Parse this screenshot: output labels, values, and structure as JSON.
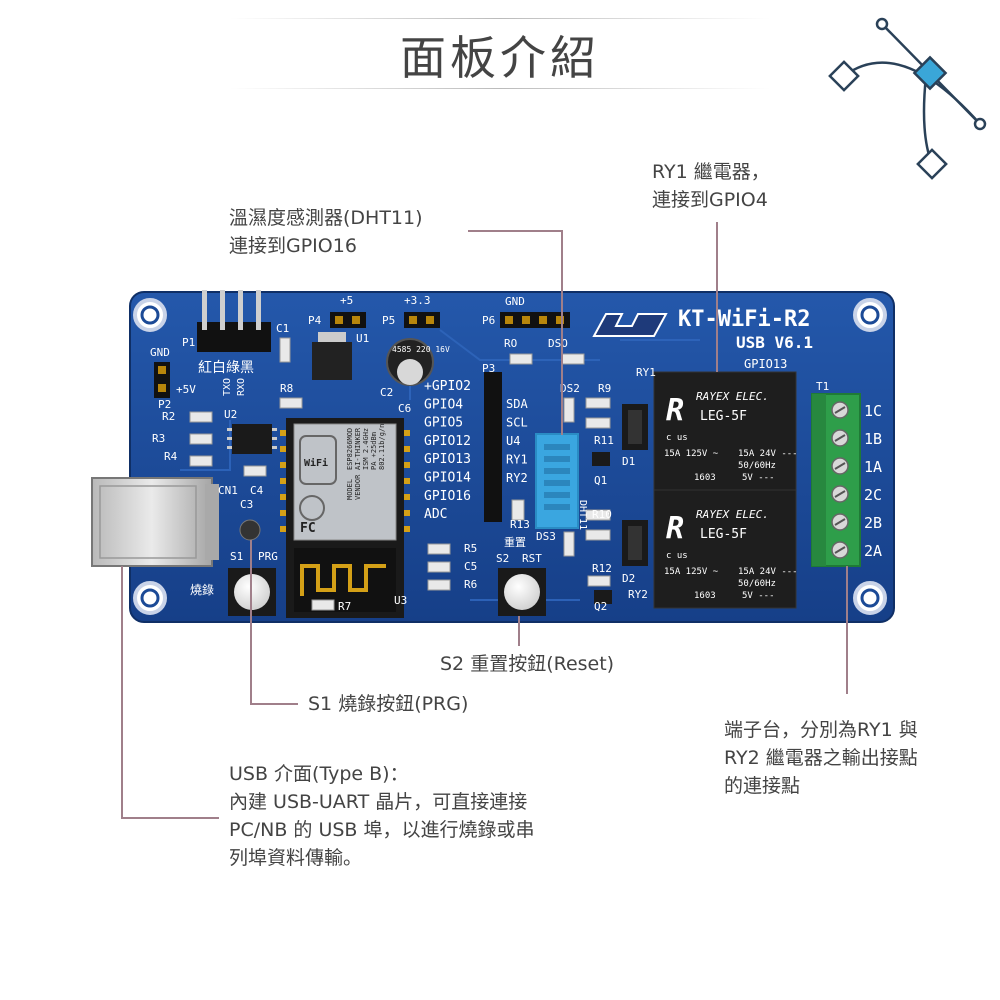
{
  "title": "面板介紹",
  "board": {
    "brand": "KT-WiFi-R2",
    "version": "USB V6.1",
    "headers": {
      "plus5": "+5",
      "plus33": "+3.3",
      "gnd_top": "GND",
      "p1": "P1",
      "p2": "P2",
      "p3": "P3",
      "p4": "P4",
      "p5": "P5",
      "p6": "P6",
      "gnd_left": "GND",
      "plus5v": "+5V",
      "wires": "紅白綠黑",
      "txd": "TXO",
      "rxd": "RXO",
      "ro": "RO",
      "dso": "DSO",
      "ry1": "RY1",
      "gpio13_top": "GPIO13",
      "gpio14_bottom": "GPIO14",
      "t1": "T1"
    },
    "gpio_labels": [
      "+GPIO2",
      "GPIO4",
      "GPIO5",
      "GPIO12",
      "GPIO13",
      "GPIO14",
      "GPIO16",
      "ADC"
    ],
    "bus_labels": [
      "SDA",
      "SCL",
      "U4",
      "RY1",
      "RY2"
    ],
    "components": {
      "r2": "R2",
      "r3": "R3",
      "r4": "R4",
      "r5": "R5",
      "r6": "R6",
      "r7": "R7",
      "r8": "R8",
      "r9": "R9",
      "r10": "R10",
      "r11": "R11",
      "r12": "R12",
      "r13": "R13",
      "c1": "C1",
      "c2": "C2",
      "c3": "C3",
      "c4": "C4",
      "c5": "C5",
      "c6": "C6",
      "u1": "U1",
      "u2": "U2",
      "u3": "U3",
      "cn1": "CN1",
      "d1": "D1",
      "d2": "D2",
      "q1": "Q1",
      "q2": "Q2",
      "ds2": "DS2",
      "ds3": "DS3",
      "dht11": "DHT11",
      "s1": "S1",
      "prg": "PRG",
      "s2": "S2",
      "rst": "RST",
      "burn": "燒錄",
      "reset_cn": "重置",
      "ry2": "RY2",
      "cap": "4585 220 16V"
    },
    "terminal_labels": [
      "1C",
      "1B",
      "1A",
      "2C",
      "2B",
      "2A"
    ],
    "relay": {
      "brand": "RAYEX ELEC.",
      "model": "LEG-5F",
      "rating1": "15A 125V ~",
      "rating2": "15A 24V ---",
      "freq": "50/60Hz",
      "coil": "5V ---",
      "code": "1603",
      "cert": "c  us"
    },
    "module": {
      "wifi": "WiFi",
      "chip": "ESP8266MOD",
      "vendor": "AI-THINKER",
      "ism": "ISM 2.4GHz",
      "pa": "PA +25dBm",
      "std": "802.11b/g/n",
      "model_label": "MODEL",
      "vendor_label": "VENDOR",
      "fc": "FC"
    }
  },
  "notes": {
    "ry1": "RY1 繼電器，\n連接到GPIO4",
    "dht": "溫濕度感測器(DHT11)\n連接到GPIO16",
    "s2": "S2 重置按鈕(Reset)",
    "s1": "S1 燒錄按鈕(PRG)",
    "usb": "USB 介面(Type B)：\n內建 USB-UART 晶片，可直接連接\nPC/NB 的 USB 埠，以進行燒錄或串\n列埠資料傳輸。",
    "terminal": "端子台，分別為RY1 與\nRY2 繼電器之輸出接點\n的連接點"
  },
  "colors": {
    "pcb": "#1c4a96",
    "pcb_dark": "#133a7d",
    "terminal": "#2e9e4a",
    "relay": "#1e1e1e",
    "dht": "#3aa6e0",
    "leader": "#a07f8a",
    "accent": "#3aa6d8"
  }
}
